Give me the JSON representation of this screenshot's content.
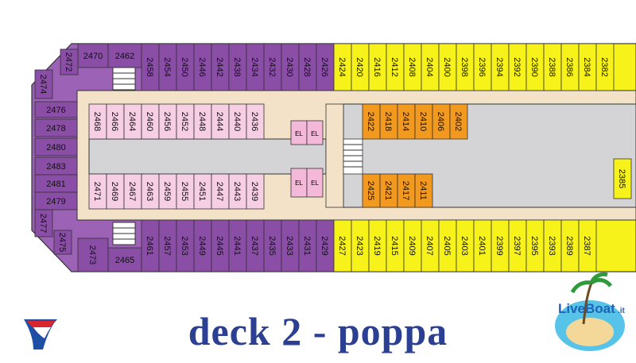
{
  "title": "deck  2  -  poppa",
  "watermark": {
    "line1": "Live",
    "line2": "Boat",
    "suffix": ".it"
  },
  "icons": {
    "logo": "carnival-funnel-logo",
    "watermark": "liveboat-island-badge",
    "stairs": "stairs-icon"
  },
  "colors": {
    "purple": "#8a4ea7",
    "yellow": "#f6f21a",
    "orange": "#f29a1f",
    "pink": "#f6cfe5",
    "corridor": "#f3e2c8",
    "title": "#2b3f93"
  },
  "labels": {
    "elevator": "EL"
  },
  "rooms": {
    "top_row": [
      "2470",
      "2462",
      "2458",
      "2454",
      "2450",
      "2446",
      "2442",
      "2438",
      "2434",
      "2432",
      "2430",
      "2428",
      "2426",
      "2424",
      "2420",
      "2416",
      "2412",
      "2408",
      "2404",
      "2400",
      "2398",
      "2396",
      "2394",
      "2392",
      "2390",
      "2388",
      "2386",
      "2384",
      "2382"
    ],
    "left_stern": [
      "2474",
      "2472",
      "2476",
      "2478",
      "2480",
      "2483",
      "2481",
      "2479",
      "2477",
      "2475",
      "2473"
    ],
    "pink_top": [
      "2468",
      "2466",
      "2464",
      "2460",
      "2456",
      "2452",
      "2448",
      "2444",
      "2440",
      "2436"
    ],
    "pink_bottom": [
      "2471",
      "2469",
      "2467",
      "2463",
      "2459",
      "2455",
      "2451",
      "2447",
      "2443",
      "2439"
    ],
    "orange_top": [
      "2422",
      "2418",
      "2414",
      "2410",
      "2406",
      "2402"
    ],
    "orange_bottom": [
      "2425",
      "2421",
      "2417",
      "2411"
    ],
    "bottom_row": [
      "2465",
      "2461",
      "2457",
      "2453",
      "2449",
      "2445",
      "2441",
      "2437",
      "2435",
      "2433",
      "2431",
      "2429",
      "2427",
      "2423",
      "2419",
      "2415",
      "2409",
      "2407",
      "2405",
      "2403",
      "2401",
      "2399",
      "2397",
      "2395",
      "2393",
      "2389",
      "2387"
    ],
    "right_inner": [
      "2385"
    ]
  }
}
